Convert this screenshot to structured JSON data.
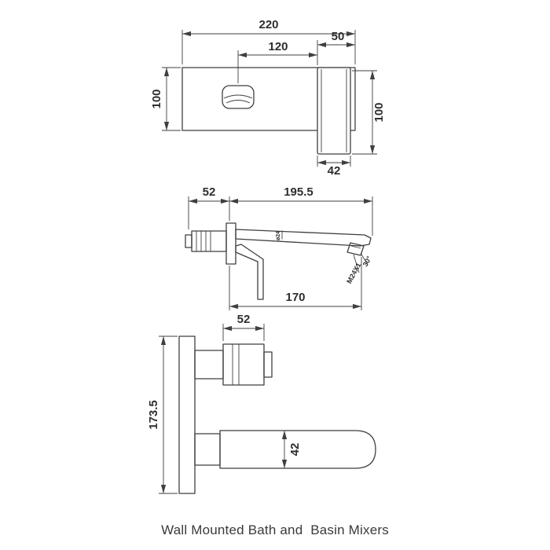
{
  "caption": "Wall Mounted Bath and  Basin Mixers",
  "colors": {
    "line": "#3f3f3f",
    "text": "#2e2e2e",
    "caption": "#3a3a3a",
    "background": "#ffffff"
  },
  "drawing": {
    "front_view": {
      "plate_width": "220",
      "handle_to_spout": "120",
      "spout_offset": "50",
      "plate_height": "100",
      "spout_body_height": "100",
      "spout_width": "42"
    },
    "basin_side_view": {
      "behind_wall_depth": "52",
      "spout_reach": "195.5",
      "handle_length": "170",
      "aerator_angle": "30°",
      "aerator_thread": "M24X1",
      "spout_diameter": "ø24"
    },
    "bath_side_view": {
      "body_depth": "52",
      "plate_height": "173.5",
      "spout_height": "42"
    }
  }
}
